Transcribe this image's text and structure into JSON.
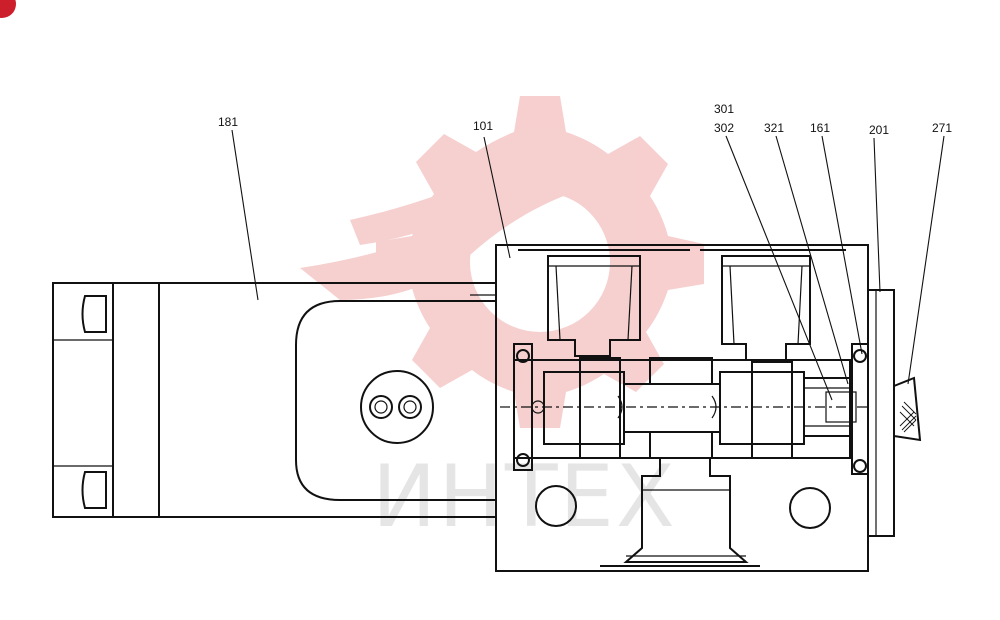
{
  "watermark": {
    "text": "ИНТЕХ",
    "color": "#f3b9b9"
  },
  "callouts": [
    {
      "id": "181",
      "label": "181"
    },
    {
      "id": "101",
      "label": "101"
    },
    {
      "id": "301",
      "label": "301"
    },
    {
      "id": "302",
      "label": "302"
    },
    {
      "id": "321",
      "label": "321"
    },
    {
      "id": "161",
      "label": "161"
    },
    {
      "id": "201",
      "label": "201"
    },
    {
      "id": "271",
      "label": "271"
    }
  ],
  "colors": {
    "line": "#111111",
    "watermark_text": "#e3e3e3",
    "corner_badge": "#cc1f2b"
  }
}
